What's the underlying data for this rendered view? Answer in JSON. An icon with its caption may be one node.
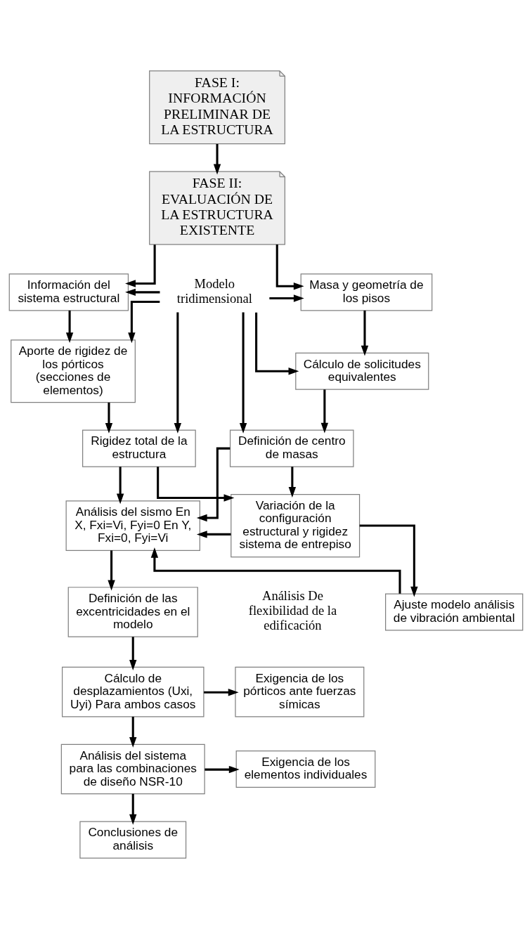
{
  "diagram": {
    "nodes": [
      {
        "text": [
          "FASE I: INFORMACIÓN PRELIMINAR DE LA ESTRUCTURA"
        ]
      },
      {
        "text": [
          "FASE II: EVALUACIÓN DE LA ESTRUCTURA EXISTENTE"
        ]
      },
      {
        "text": [
          "Masa y geometría de los pisos"
        ]
      },
      {
        "text": [
          "Información del sistema estructural"
        ]
      },
      {
        "text": [
          "Modelo tridimensional"
        ]
      },
      {
        "text": [
          "Cálculo de solicitudes equivalentes"
        ]
      },
      {
        "text": [
          "Aporte de rigidez de los pórticos (secciones de elementos)"
        ]
      },
      {
        "text": [
          "Definición de centro de masas"
        ]
      },
      {
        "text": [
          "Rigidez total de la estructura"
        ]
      },
      {
        "text": [
          "Análisis del sismo En X, Fxi=Vi, Fyi=0 En Y, Fxi=0, Fyi=Vi"
        ]
      },
      {
        "text": [
          "Variación de la configuración estructural y rigidez sistema de entrepiso"
        ]
      },
      {
        "text": [
          "Definición de las excentricidades en el modelo"
        ]
      },
      {
        "text": [
          "Ajuste modelo análisis de vibración ambiental"
        ]
      },
      {
        "text": [
          "Cálculo de desplazamientos (Uxi, Uyi) Para ambos casos"
        ]
      },
      {
        "text": [
          "Exigencia de los pórticos ante fuerzas símicas"
        ]
      },
      {
        "text": [
          "Análisis del sistema para las combinaciones de diseño NSR-10"
        ]
      },
      {
        "text": [
          "Exigencia de los elementos individuales"
        ]
      },
      {
        "text": [
          "Conclusiones de análisis"
        ]
      }
    ],
    "edges": [
      {
        "from": 0,
        "to": 1,
        "arrow": "to"
      },
      {
        "from": 1,
        "to": 2,
        "arrow": "to"
      },
      {
        "from": 1,
        "to": 3,
        "arrow": "to"
      },
      {
        "from": 2,
        "to": 5,
        "arrow": "to"
      },
      {
        "from": 5,
        "to": 7,
        "arrow": "to"
      },
      {
        "from": 3,
        "to": 6,
        "arrow": "to"
      },
      {
        "from": 6,
        "to": 8,
        "arrow": "to"
      },
      {
        "from": 4,
        "to": 2,
        "arrow": "to"
      },
      {
        "from": 4,
        "to": 5,
        "arrow": "to"
      },
      {
        "from": 4,
        "to": 7,
        "arrow": "to"
      },
      {
        "from": 4,
        "to": 3,
        "arrow": "to"
      },
      {
        "from": 4,
        "to": 6,
        "arrow": "to"
      },
      {
        "from": 4,
        "to": 8,
        "arrow": "to"
      },
      {
        "from": 7,
        "to": 9,
        "arrow": "to"
      },
      {
        "from": 7,
        "to": 10,
        "arrow": "to"
      },
      {
        "from": 8,
        "to": 9,
        "arrow": "to"
      },
      {
        "from": 8,
        "to": 10,
        "arrow": "to"
      },
      {
        "from": 10,
        "to": 9,
        "arrow": "to"
      },
      {
        "from": 10,
        "to": 12,
        "arrow": "to"
      },
      {
        "from": 12,
        "to": 9,
        "arrow": "to"
      },
      {
        "from": 9,
        "to": 11,
        "arrow": "to"
      },
      {
        "from": 11,
        "to": 13,
        "arrow": "to"
      },
      {
        "from": 13,
        "to": 14,
        "arrow": "to"
      },
      {
        "from": 13,
        "to": 15,
        "arrow": "to"
      },
      {
        "from": 15,
        "to": 16,
        "arrow": "to"
      },
      {
        "from": 15,
        "to": 17,
        "arrow": "to"
      }
    ],
    "labels": [
      "Análisis De flexibilidad de la edificación"
    ]
  }
}
